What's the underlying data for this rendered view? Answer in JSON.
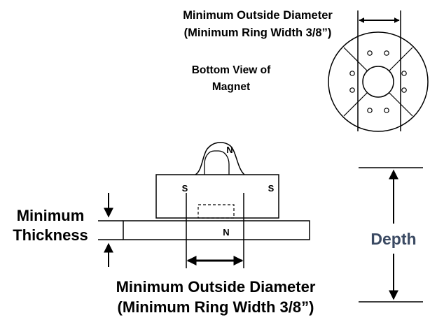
{
  "top_label": {
    "line1": "Minimum Outside Diameter",
    "line2": "(Minimum Ring Width 3/8”)"
  },
  "bottom_view_label": {
    "line1": "Bottom View of",
    "line2": "Magnet"
  },
  "magnet_markings": {
    "handle_pole": "N",
    "left_pole": "S",
    "right_pole": "S",
    "plate_pole": "N"
  },
  "thickness_label": {
    "line1": "Minimum",
    "line2": "Thickness"
  },
  "depth_label": "Depth",
  "bottom_label": {
    "line1": "Minimum Outside Diameter",
    "line2": "(Minimum Ring Width 3/8”)"
  },
  "colors": {
    "depth_text": "#3b4a63",
    "lines": "#000000"
  }
}
